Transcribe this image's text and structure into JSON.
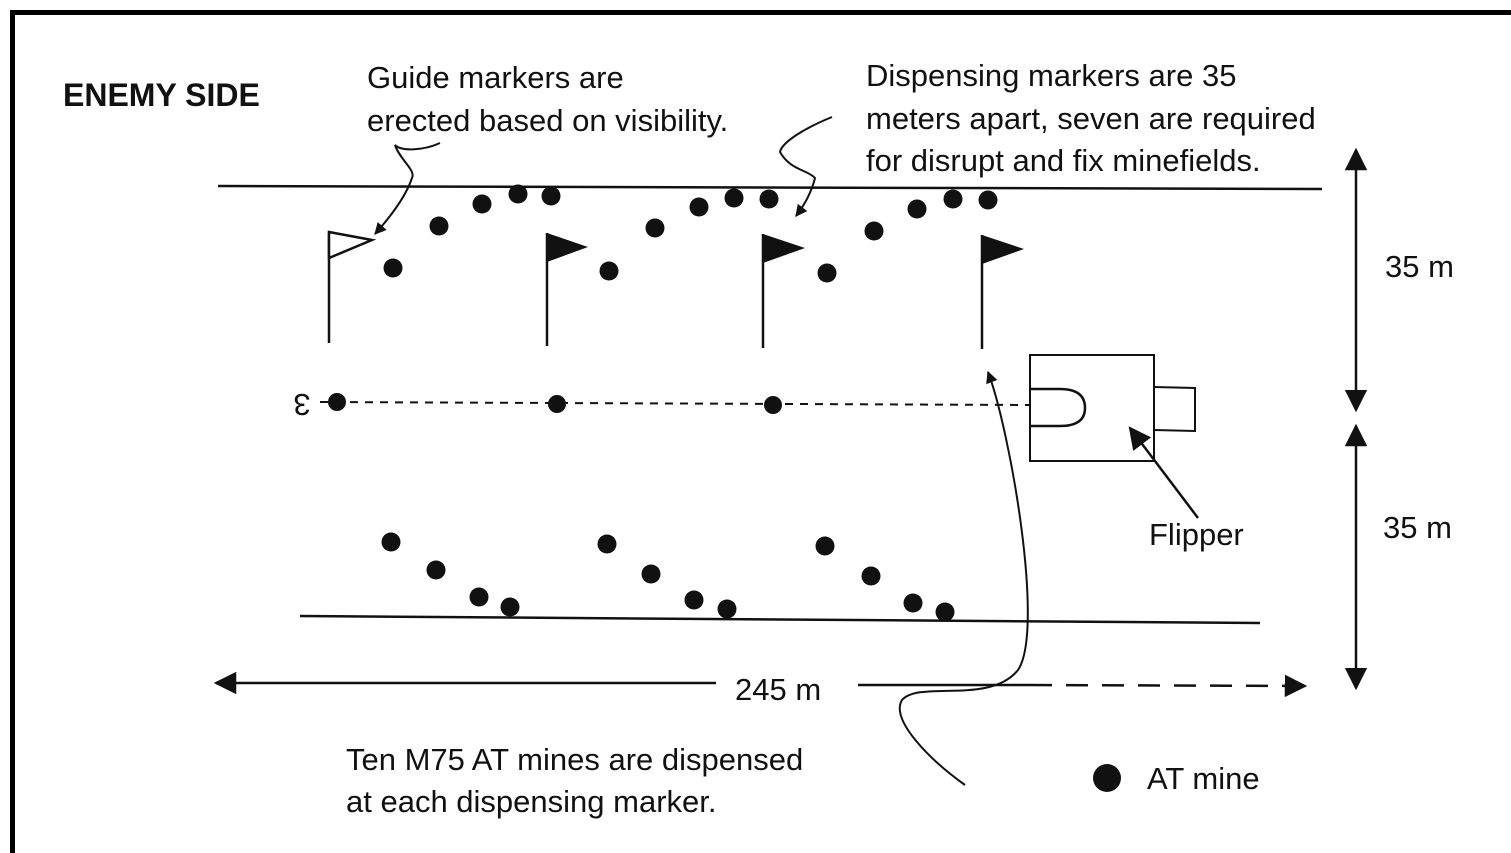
{
  "enemy_side": "ENEMY SIDE",
  "guide_note": [
    "Guide markers are",
    "erected based on visibility."
  ],
  "dispense_note": [
    "Dispensing markers are 35",
    "meters apart, seven are required",
    "for disrupt and fix minefields."
  ],
  "dim_upper": "35 m",
  "dim_lower": "35 m",
  "dim_length": "245 m",
  "flipper_label": "Flipper",
  "reel_mark": "3",
  "mines_note": [
    "Ten M75 AT mines are dispensed",
    "at each dispensing marker."
  ],
  "legend": {
    "label": "AT mine"
  },
  "colors": {
    "ink": "#111111",
    "paper": "#ffffff"
  }
}
